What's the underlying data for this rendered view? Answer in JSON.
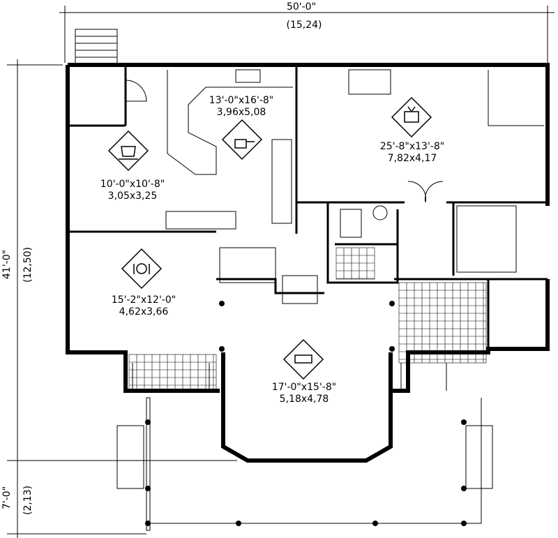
{
  "dimensions": {
    "width_imperial": "50'-0\"",
    "width_metric": "(15,24)",
    "depth_imperial": "41'-0\"",
    "depth_metric": "(12,50)",
    "porch_imperial": "7'-0\"",
    "porch_metric": "(2,13)"
  },
  "rooms": [
    {
      "icon": "pot-icon",
      "imperial": "13'-0\"x16'-8\"",
      "metric": "3,96x5,08"
    },
    {
      "icon": "coffee-cup-icon",
      "imperial": "10'-0\"x10'-8\"",
      "metric": "3,05x3,25"
    },
    {
      "icon": "tv-icon",
      "imperial": "25'-8\"x13'-8\"",
      "metric": "7,82x4,17"
    },
    {
      "icon": "plate-icon",
      "imperial": "15'-2\"x12'-0\"",
      "metric": "4,62x3,66"
    },
    {
      "icon": "sofa-icon",
      "imperial": "17'-0\"x15'-8\"",
      "metric": "5,18x4,78"
    }
  ]
}
